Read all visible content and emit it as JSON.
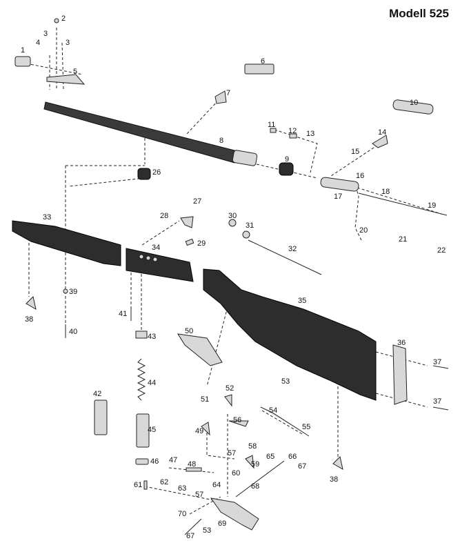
{
  "title": "Modell 525",
  "callouts": [
    "1",
    "2",
    "3",
    "3",
    "4",
    "5",
    "6",
    "7",
    "8",
    "9",
    "10",
    "11",
    "12",
    "13",
    "14",
    "15",
    "16",
    "17",
    "18",
    "19",
    "20",
    "21",
    "22",
    "26",
    "27",
    "28",
    "29",
    "30",
    "31",
    "32",
    "33",
    "34",
    "35",
    "36",
    "37",
    "37",
    "38",
    "38",
    "39",
    "40",
    "41",
    "42",
    "43",
    "44",
    "45",
    "46",
    "47",
    "48",
    "49",
    "50",
    "51",
    "52",
    "53",
    "53",
    "54",
    "55",
    "56",
    "57",
    "57",
    "58",
    "59",
    "60",
    "61",
    "62",
    "63",
    "64",
    "65",
    "66",
    "67",
    "67",
    "68",
    "69",
    "70"
  ]
}
